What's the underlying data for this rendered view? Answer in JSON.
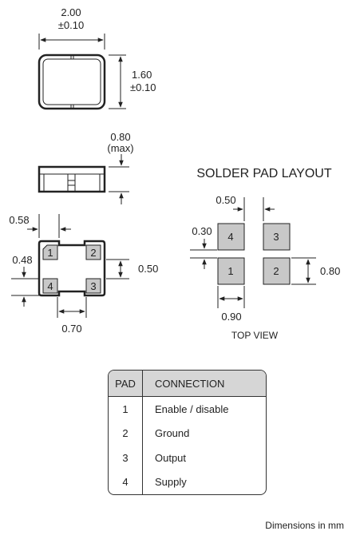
{
  "top_view_dims": {
    "width": "2.00",
    "width_tol": "±0.10",
    "height": "1.60",
    "height_tol": "±0.10"
  },
  "side_view_dims": {
    "thickness": "0.80",
    "thickness_note": "(max)"
  },
  "bottom_view_dims": {
    "pad_pitch_x": "0.58",
    "pad_offset": "0.48",
    "pad_pitch_y": "0.50",
    "pad_gap": "0.70"
  },
  "solder_layout": {
    "title": "SOLDER PAD LAYOUT",
    "gap_x": "0.50",
    "gap_y": "0.30",
    "pad_h": "0.80",
    "pad_w": "0.90",
    "caption": "TOP VIEW"
  },
  "pads": {
    "p1": "1",
    "p2": "2",
    "p3": "3",
    "p4": "4"
  },
  "pin_table": {
    "header_pad": "PAD",
    "header_connection": "CONNECTION",
    "rows": [
      {
        "pad": "1",
        "connection": "Enable / disable"
      },
      {
        "pad": "2",
        "connection": "Ground"
      },
      {
        "pad": "3",
        "connection": "Output"
      },
      {
        "pad": "4",
        "connection": "Supply"
      }
    ]
  },
  "footer": "Dimensions in mm"
}
